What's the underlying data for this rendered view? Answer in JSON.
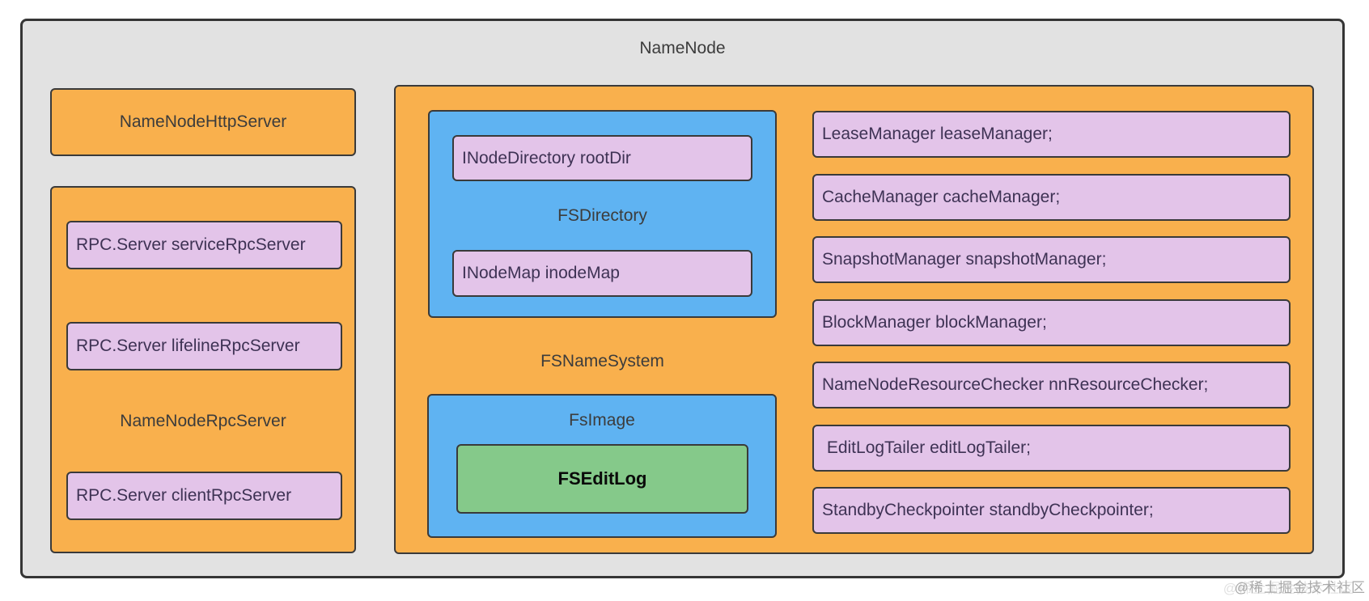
{
  "diagram": {
    "title": "NameNode",
    "left_column": {
      "http_server": {
        "label": "NameNodeHttpServer"
      },
      "rpc_server": {
        "label": "NameNodeRpcServer",
        "members": [
          "RPC.Server serviceRpcServer",
          "RPC.Server lifelineRpcServer",
          "RPC.Server clientRpcServer"
        ]
      }
    },
    "fs_name_system": {
      "label": "FSNameSystem",
      "fs_directory": {
        "label": "FSDirectory",
        "members": [
          "INodeDirectory rootDir",
          "INodeMap inodeMap"
        ]
      },
      "fs_image": {
        "label": "FsImage",
        "fs_edit_log": {
          "label": "FSEditLog"
        }
      },
      "fields": [
        "LeaseManager leaseManager;",
        "CacheManager cacheManager;",
        "SnapshotManager snapshotManager;",
        "BlockManager blockManager;",
        "NameNodeResourceChecker nnResourceChecker;",
        " EditLogTailer editLogTailer;",
        "StandbyCheckpointer standbyCheckpointer;"
      ]
    },
    "watermark": "@稀土掘金技术社区",
    "colors": {
      "orange": "#f9b04d",
      "blue": "#5fb3f2",
      "purple": "#e3c4e9",
      "green": "#85c98a",
      "canvas_gray": "#e2e2e2",
      "border": "#3a3a3a"
    }
  }
}
